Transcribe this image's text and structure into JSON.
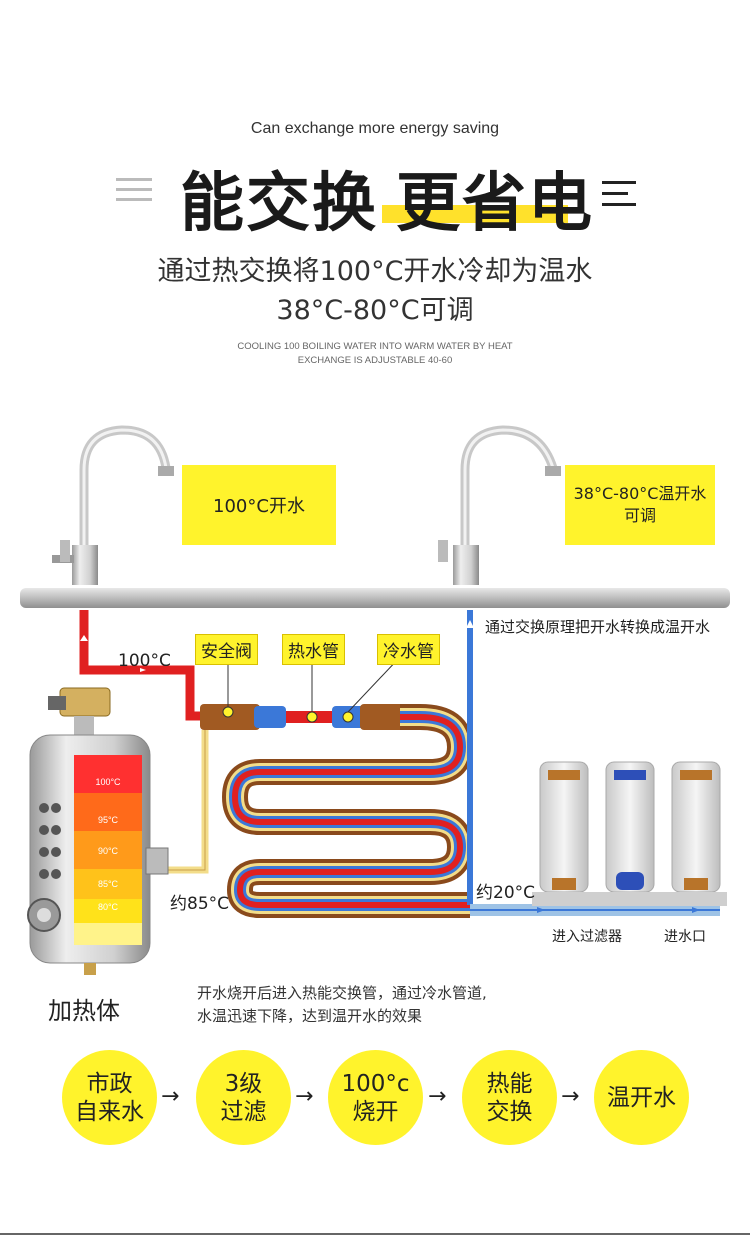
{
  "header": {
    "en_subtitle": "Can exchange more energy saving",
    "title_part1": "能交换",
    "title_part2": "更省电",
    "cn_line1": "通过热交换将100°C开水冷却为温水",
    "cn_line2": "38°C-80°C可调",
    "en_small_line1": "COOLING 100 BOILING WATER INTO WARM WATER BY HEAT",
    "en_small_line2": "EXCHANGE IS ADJUSTABLE 40-60"
  },
  "diagram": {
    "faucet_left_label": "100°C开水",
    "faucet_right_label_line1": "38°C-80°C温开水",
    "faucet_right_label_line2": "可调",
    "principle_note": "通过交换原理把开水转换成温开水",
    "temp_100": "100°C",
    "temp_85": "约85°C",
    "temp_20": "约20°C",
    "tag_safety_valve": "安全阀",
    "tag_hot_pipe": "热水管",
    "tag_cold_pipe": "冷水管",
    "heater_label": "加热体",
    "heater_bands": [
      "100°C",
      "95°C",
      "90°C",
      "85°C",
      "80°C"
    ],
    "filter_in_label": "进入过滤器",
    "water_inlet_label": "进水口",
    "desc_line1": "开水烧开后进入热能交换管，通过冷水管道,",
    "desc_line2": "水温迅速下降，达到温开水的效果"
  },
  "flow": {
    "steps": [
      {
        "line1": "市政",
        "line2": "自来水"
      },
      {
        "line1": "3级",
        "line2": "过滤"
      },
      {
        "line1": "100°c",
        "line2": "烧开"
      },
      {
        "line1": "热能",
        "line2": "交换"
      },
      {
        "line1": "温开水",
        "line2": ""
      }
    ],
    "arrow": "→"
  },
  "colors": {
    "accent_yellow": "#fff32c",
    "hot_red": "#e02020",
    "cold_blue": "#3b78d8",
    "copper": "#8a4a1c"
  }
}
